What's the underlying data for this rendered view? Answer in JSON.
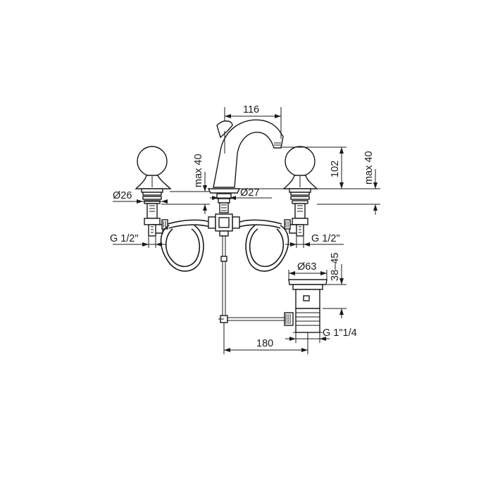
{
  "drawing": {
    "dimensions": {
      "spout_reach": "116",
      "spout_height": "102",
      "max_deck_left": "max 40",
      "max_deck_right": "max 40",
      "valve_diameter": "Ø26",
      "spout_diameter": "Ø27",
      "thread_left": "G 1/2\"",
      "thread_right": "G 1/2\"",
      "drain_diameter": "Ø63",
      "drain_range": "38–45",
      "drain_thread": "G 1\"1/4",
      "rod_distance": "180"
    }
  }
}
